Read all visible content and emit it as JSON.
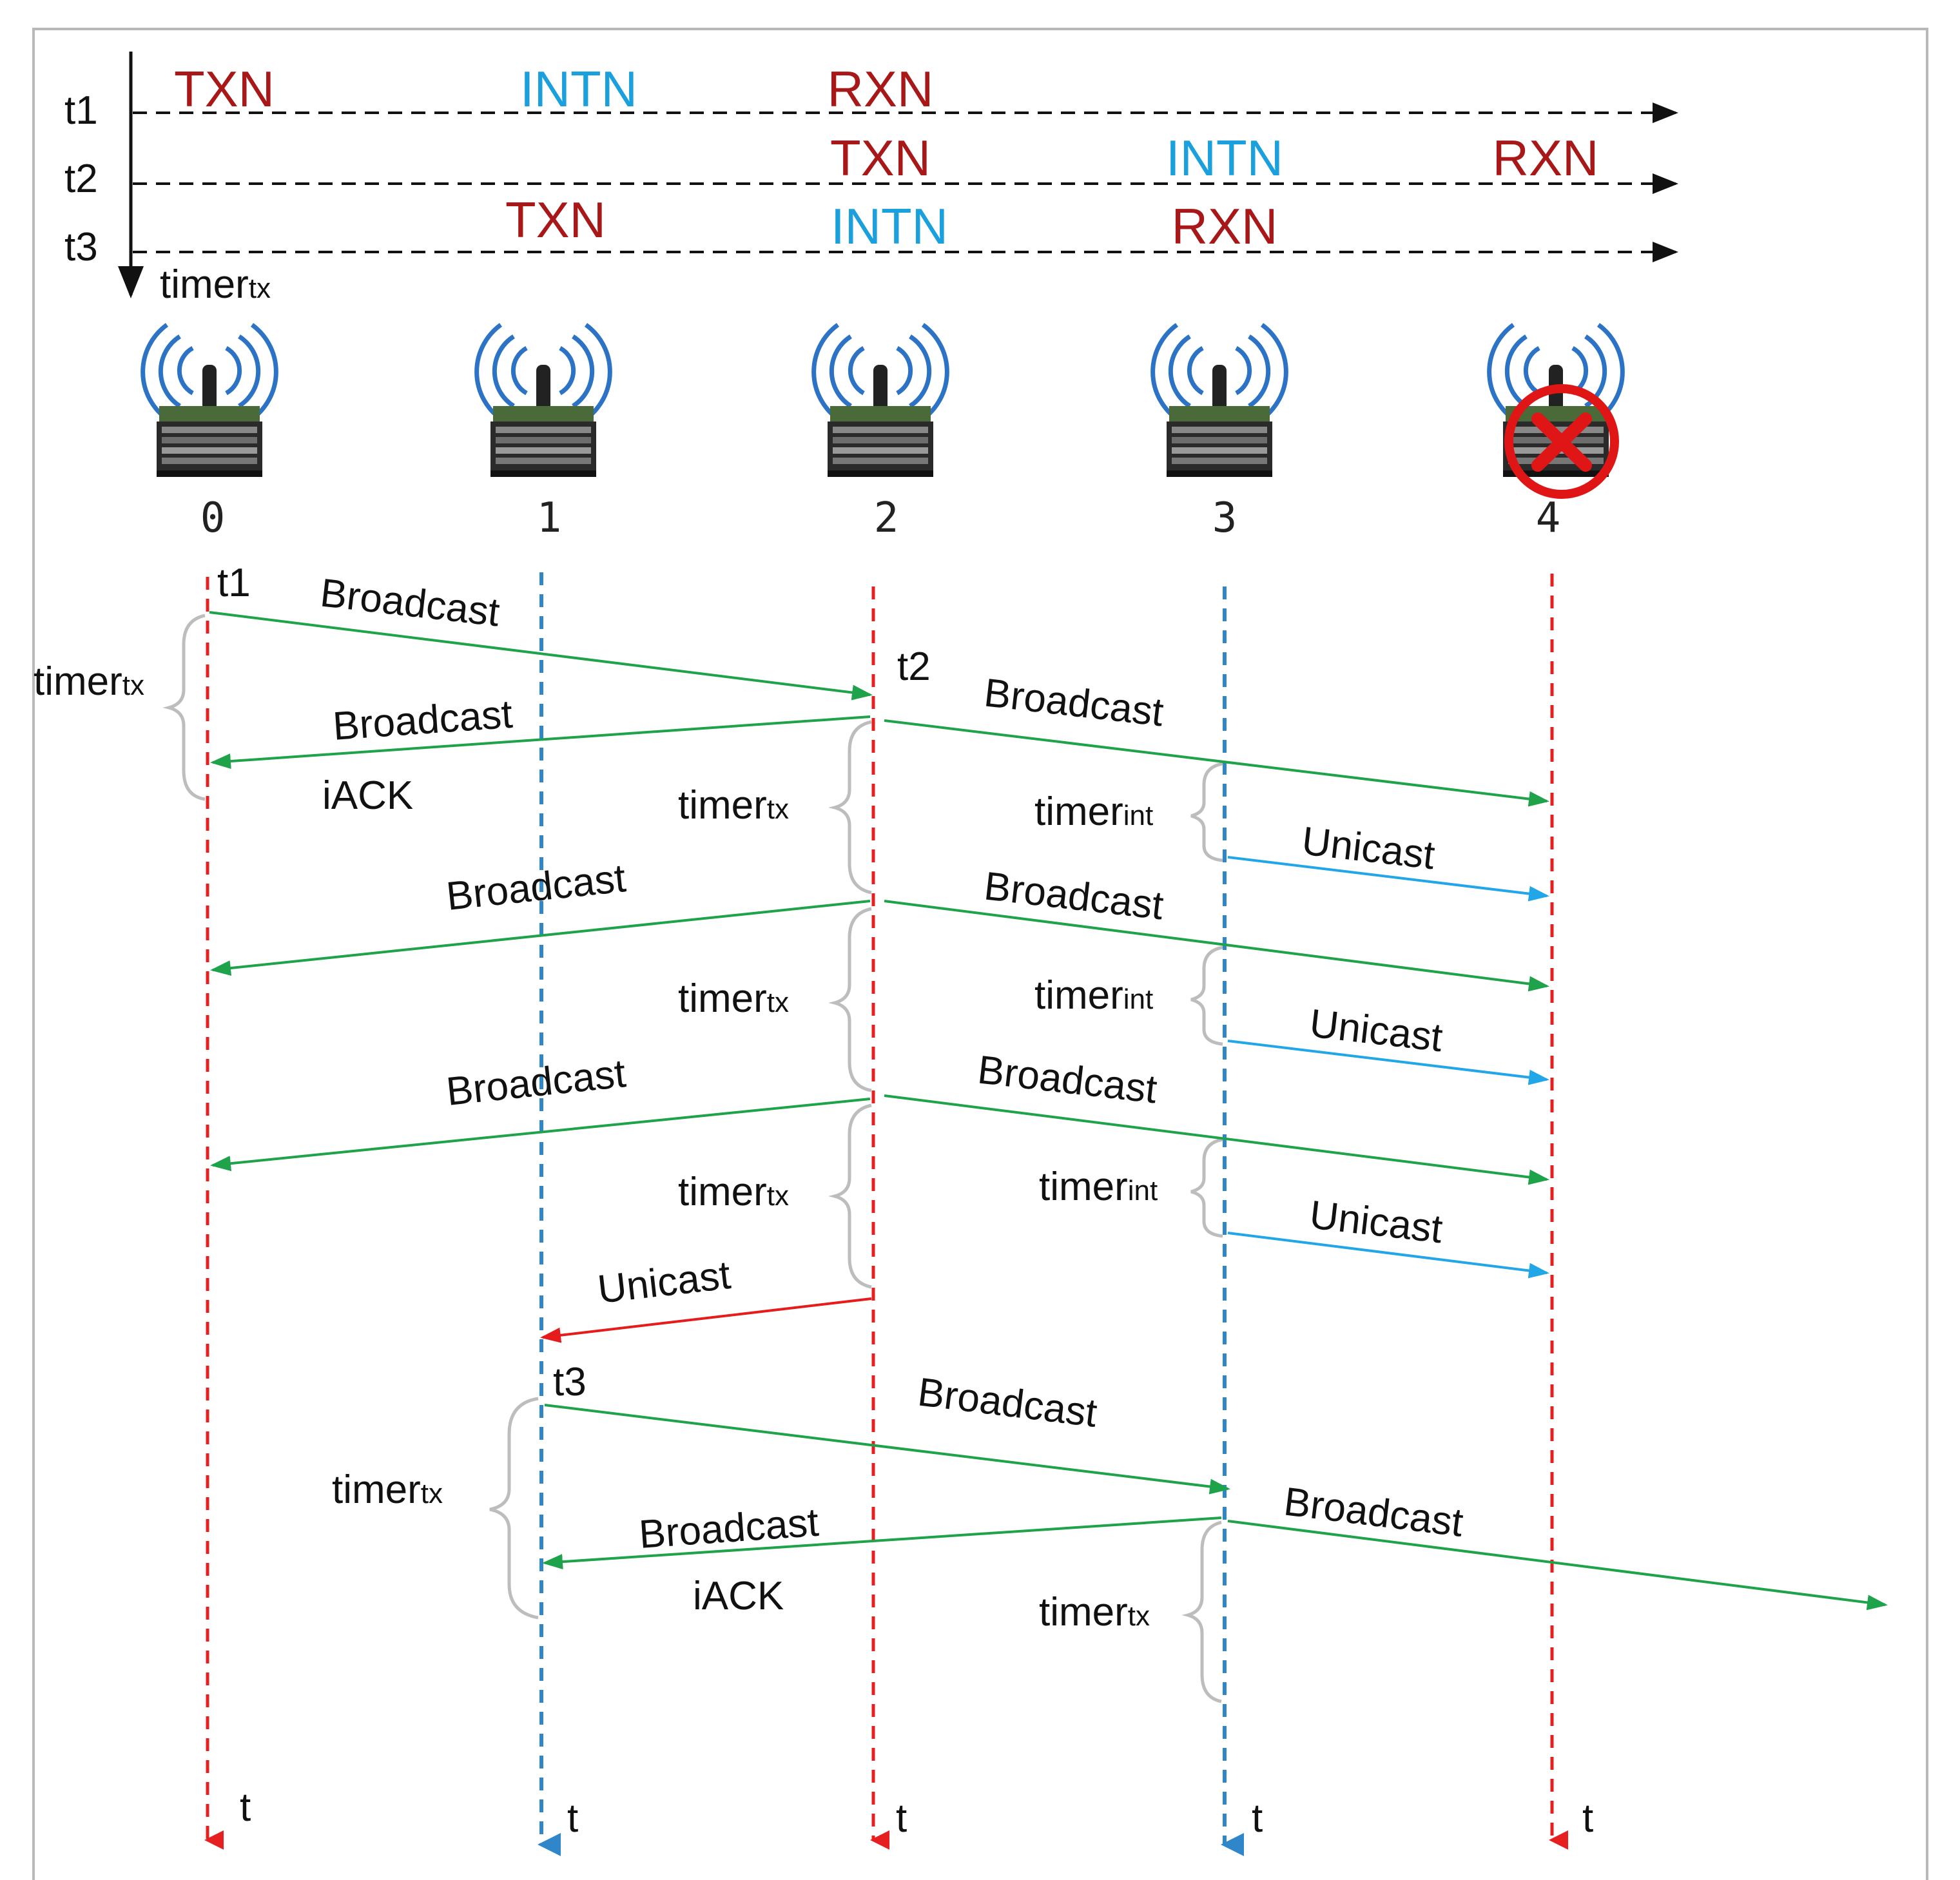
{
  "colors": {
    "tx_red": "#a81818",
    "intn_blue": "#1aa0dc",
    "line_red": "#e62020",
    "line_blue": "#2f86c8",
    "arrow_green": "#1fa34a",
    "arrow_blue": "#21a6e8",
    "arrow_red": "#e61b1b",
    "iack_red": "#e21c1c"
  },
  "timeline": {
    "rows": [
      {
        "label": "t1",
        "states": [
          {
            "text": "TXN",
            "node": 0
          },
          {
            "text": "INTN",
            "node": 1
          },
          {
            "text": "RXN",
            "node": 2
          }
        ]
      },
      {
        "label": "t2",
        "states": [
          {
            "text": "TXN",
            "node": 2
          },
          {
            "text": "INTN",
            "node": 3
          },
          {
            "text": "RXN",
            "node": 4
          }
        ]
      },
      {
        "label": "t3",
        "states": [
          {
            "text": "TXN",
            "node": 1
          },
          {
            "text": "INTN",
            "node": 2
          },
          {
            "text": "RXN",
            "node": 3
          }
        ]
      }
    ],
    "axis_label": "timer",
    "axis_label_sub": "tx"
  },
  "nodes": [
    {
      "id": "0",
      "failed": false
    },
    {
      "id": "1",
      "failed": false
    },
    {
      "id": "2",
      "failed": false
    },
    {
      "id": "3",
      "failed": false
    },
    {
      "id": "4",
      "failed": true
    }
  ],
  "lifeline_end_label": "t",
  "start_labels": [
    "t1",
    "t2",
    "t3"
  ],
  "messages": {
    "broadcast": "Broadcast",
    "unicast": "Unicast",
    "iack": "iACK"
  },
  "timers": {
    "tx": {
      "main": "timer",
      "sub": "tx"
    },
    "int": {
      "main": "timer",
      "sub": "int"
    }
  }
}
